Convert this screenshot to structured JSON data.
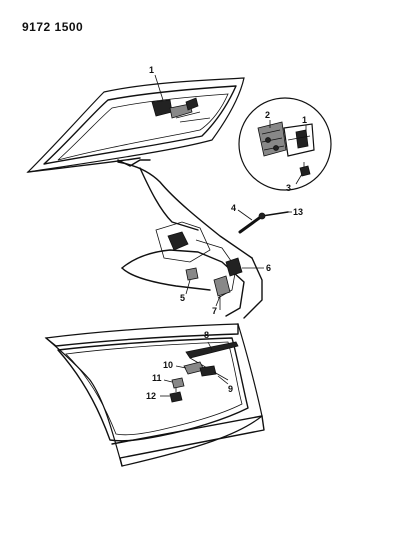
{
  "header": {
    "diagram_code": "9172 1500"
  },
  "callouts": {
    "c1": "1",
    "c1_detail": "1",
    "c2": "2",
    "c3": "3",
    "c4": "4",
    "c5": "5",
    "c6": "6",
    "c7": "7",
    "c8": "8",
    "c9": "9",
    "c10": "10",
    "c11": "11",
    "c12": "12",
    "c13": "13"
  }
}
